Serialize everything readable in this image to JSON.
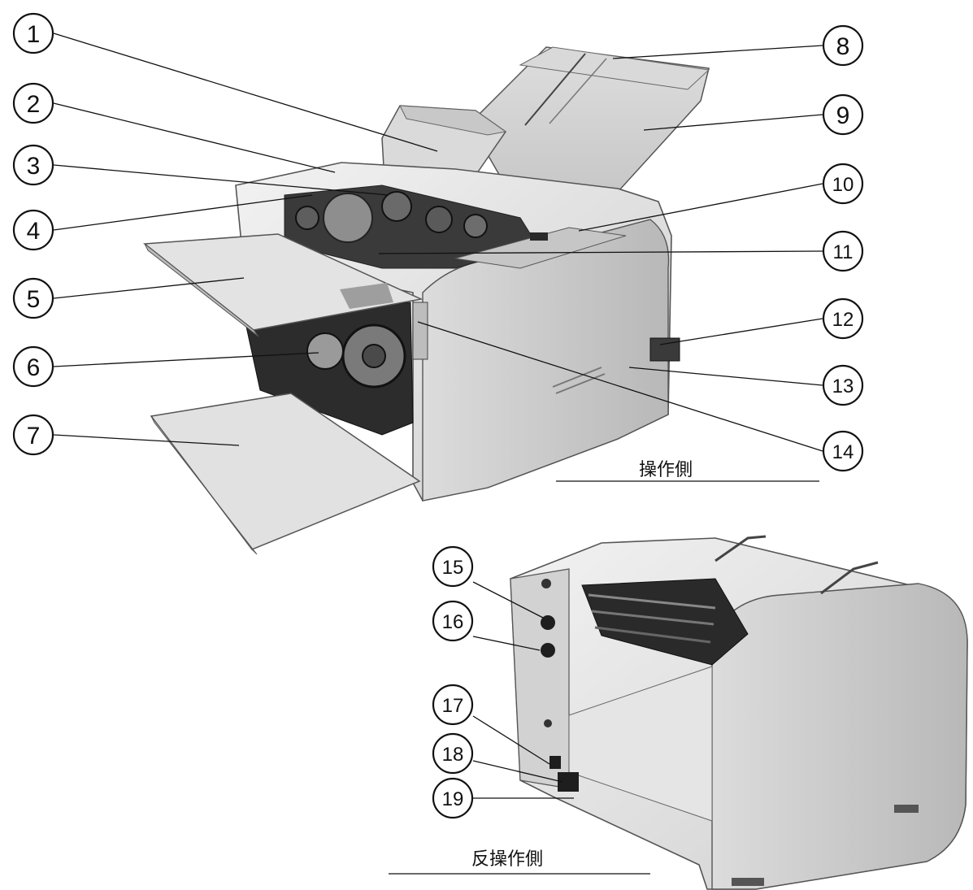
{
  "callouts_front": [
    "1",
    "2",
    "3",
    "4",
    "5",
    "6",
    "7",
    "8",
    "9",
    "10",
    "11",
    "12",
    "13",
    "14"
  ],
  "callouts_back": [
    "15",
    "16",
    "17",
    "18",
    "19"
  ],
  "labels": {
    "operation_side": "操作側",
    "non_operation_side": "反操作側"
  },
  "colors": {
    "body": "#e6e6e6",
    "body_shadow": "#bdbdbd",
    "dark": "#1e1e1e",
    "line": "#111111"
  }
}
